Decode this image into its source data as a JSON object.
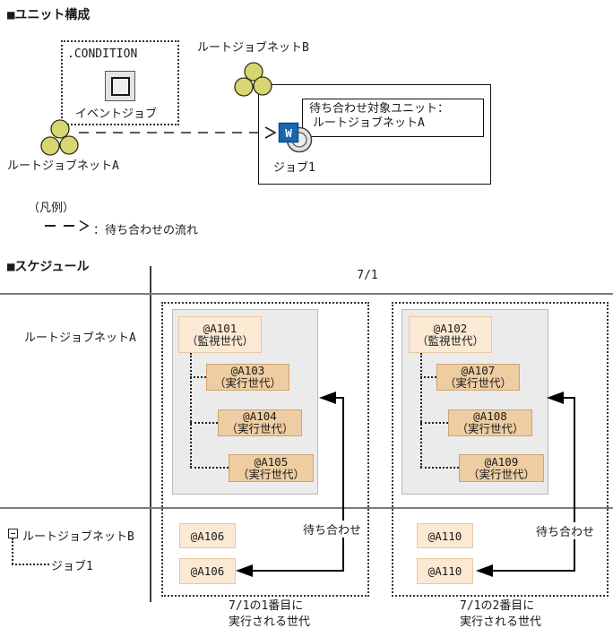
{
  "unit_config": {
    "title": "■ユニット構成",
    "condition_box": {
      "label": ".CONDITION",
      "caption": "イベントジョブ"
    },
    "jobnet_b": {
      "label": "ルートジョブネットB"
    },
    "jobnet_a": {
      "label": "ルートジョブネットA"
    },
    "wait_target_note": {
      "line1": "待ち合わせ対象ユニット：",
      "line2": "ルートジョブネットA"
    },
    "job1": {
      "label": "ジョブ1",
      "badge": "W"
    }
  },
  "legend": {
    "title": "（凡例）",
    "wait_flow_label": "：待ち合わせの流れ"
  },
  "schedule": {
    "title": "■スケジュール",
    "date_header": "7/1",
    "row_a_label": "ルートジョブネットA",
    "row_b_label": "ルートジョブネットB",
    "row_b_child_label": "ジョブ1",
    "columns": [
      {
        "wait_label": "待ち合わせ",
        "caption_line1": "7/1の1番目に",
        "caption_line2": "実行される世代",
        "generations": [
          {
            "id": "@A101",
            "type": "（監視世代）",
            "kind": "monitor"
          },
          {
            "id": "@A103",
            "type": "（実行世代）",
            "kind": "exec"
          },
          {
            "id": "@A104",
            "type": "（実行世代）",
            "kind": "exec"
          },
          {
            "id": "@A105",
            "type": "（実行世代）",
            "kind": "exec"
          }
        ],
        "jobnet_b_gen": "@A106",
        "job1_gen": "@A106"
      },
      {
        "wait_label": "待ち合わせ",
        "caption_line1": "7/1の2番目に",
        "caption_line2": "実行される世代",
        "generations": [
          {
            "id": "@A102",
            "type": "（監視世代）",
            "kind": "monitor"
          },
          {
            "id": "@A107",
            "type": "（実行世代）",
            "kind": "exec"
          },
          {
            "id": "@A108",
            "type": "（実行世代）",
            "kind": "exec"
          },
          {
            "id": "@A109",
            "type": "（実行世代）",
            "kind": "exec"
          }
        ],
        "jobnet_b_gen": "@A110",
        "job1_gen": "@A110"
      }
    ]
  },
  "colors": {
    "jobnet_icon_fill": "#d7d671",
    "monitor_gen_fill": "#fbe9d3",
    "monitor_gen_border": "#e8c9a1",
    "exec_gen_fill": "#edcda1",
    "exec_gen_border": "#cfa271",
    "gray_panel_fill": "#ebebeb",
    "wait_badge_blue": "#1767b1"
  }
}
